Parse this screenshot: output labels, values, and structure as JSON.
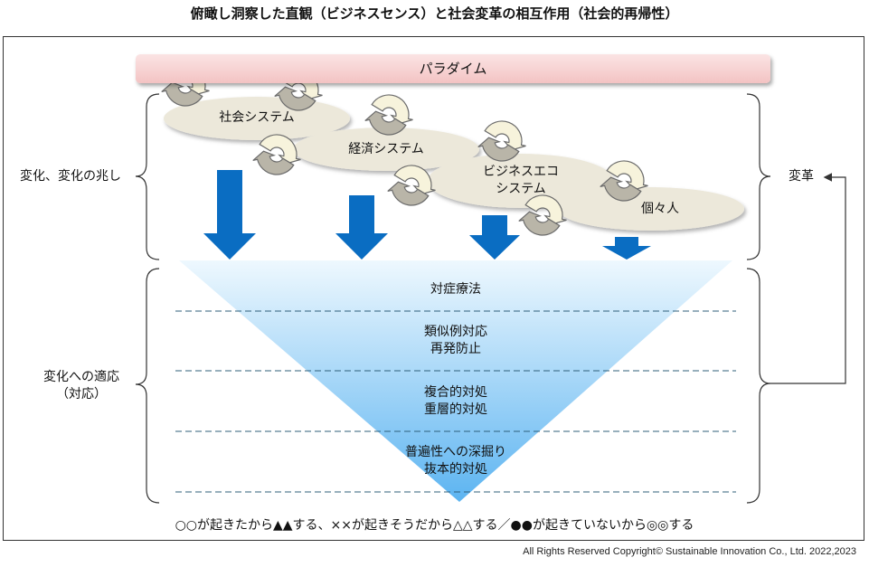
{
  "title": "俯瞰し洞察した直観（ビジネスセンス）と社会変革の相互作用（社会的再帰性）",
  "paradigm": "パラダイム",
  "left_labels": {
    "change_signs": "変化、変化の兆し",
    "adapt_line1": "変化への適応",
    "adapt_line2": "（対応）"
  },
  "right_label": "変革",
  "systems": {
    "social": "社会システム",
    "economic": "経済システム",
    "eco_line1": "ビジネスエコ",
    "eco_line2": "システム",
    "individual": "個々人"
  },
  "levels": [
    {
      "line1": "対症療法",
      "line2": ""
    },
    {
      "line1": "類似例対応",
      "line2": "再発防止"
    },
    {
      "line1": "複合的対処",
      "line2": "重層的対処"
    },
    {
      "line1": "普遍性への深掘り",
      "line2": "抜本的対処"
    }
  ],
  "footer_note": "○○が起きたから▲▲する、××が起きそうだから△△する／●●が起きていないから◎◎する",
  "copyright": "All Rights Reserved Copyright© Sustainable Innovation Co., Ltd.  2022,2023",
  "colors": {
    "arrow_blue": "#0a6dc2",
    "ellipse": "#ece8da",
    "funnel_top": "#eaf6fd",
    "funnel_bottom": "#5fb6f2",
    "paradigm": "#f3c3c3",
    "cycle_fill": "#f7f3dc",
    "cycle_stroke": "#6b6b6b"
  }
}
